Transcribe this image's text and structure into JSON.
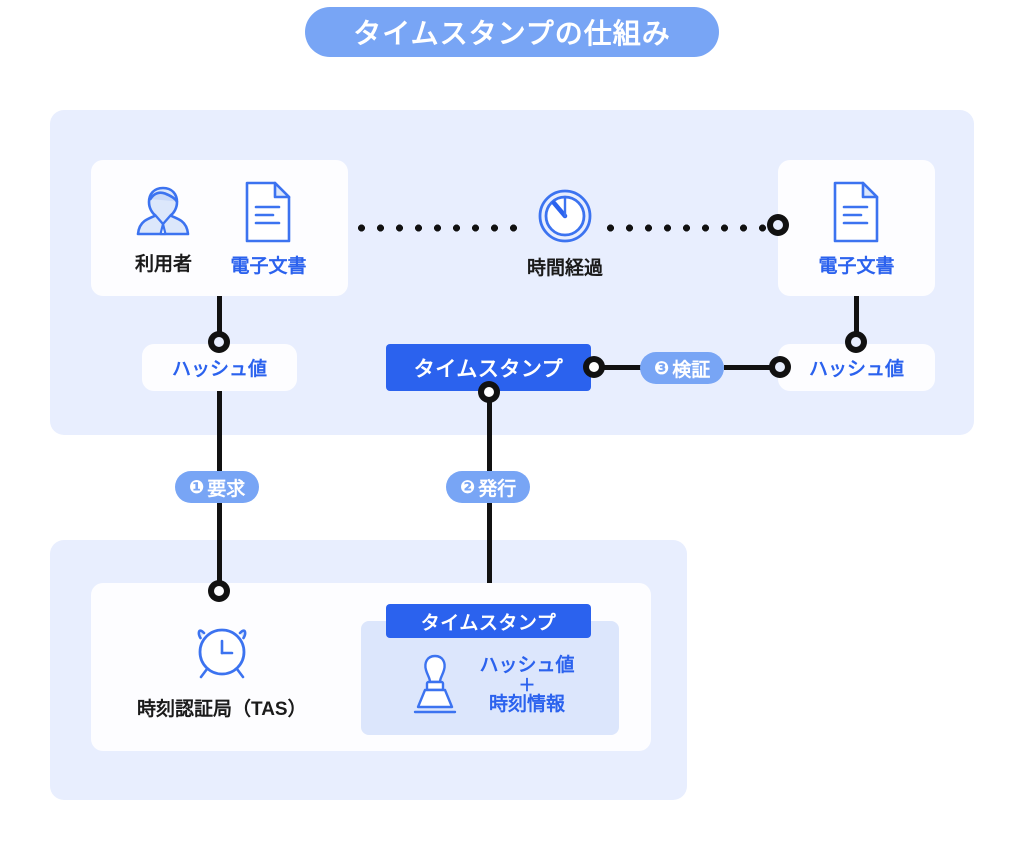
{
  "title": "タイムスタンプの仕組み",
  "top_panel": {
    "user_card": {
      "person": {
        "icon": "business-person-icon",
        "label": "利用者"
      },
      "document": {
        "icon": "document-icon",
        "label": "電子文書"
      }
    },
    "time_elapsed": {
      "icon": "stopwatch-icon",
      "label": "時間経過"
    },
    "right_document_card": {
      "icon": "document-icon",
      "label": "電子文書"
    },
    "hash_left": "ハッシュ値",
    "hash_right": "ハッシュ値",
    "timestamp_box": "タイムスタンプ"
  },
  "steps": [
    {
      "number": "❶",
      "label": "要求"
    },
    {
      "number": "❷",
      "label": "発行"
    },
    {
      "number": "❸",
      "label": "検証"
    }
  ],
  "bottom_panel": {
    "tas": {
      "icon": "alarm-clock-icon",
      "label": "時刻認証局（TAS）"
    },
    "timestamp_header": "タイムスタンプ",
    "stamp": {
      "icon": "rubber-stamp-icon",
      "line1": "ハッシュ値",
      "plus": "＋",
      "line2": "時刻情報"
    }
  },
  "colors": {
    "accent_blue": "#2B62EE",
    "light_blue": "#78A5F5",
    "panel_bg": "#E8EEFE",
    "card_bg": "#FDFDFF",
    "inner_box_bg": "#DCE6FC",
    "connector": "#111111",
    "text_dark": "#1B1B1B",
    "page_bg": "#FFFFFF"
  }
}
